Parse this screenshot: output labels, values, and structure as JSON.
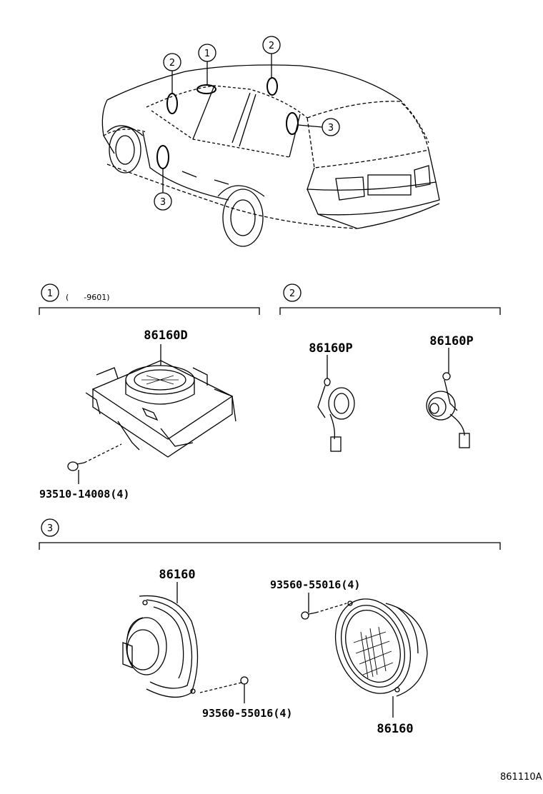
{
  "vehicle": {
    "callout_labels": [
      "1",
      "2",
      "2",
      "3",
      "3"
    ]
  },
  "sections": [
    {
      "number": "1",
      "note": "(      -9601)"
    },
    {
      "number": "2",
      "note": ""
    },
    {
      "number": "3",
      "note": ""
    }
  ],
  "parts": {
    "tweeter_front": "86160D",
    "tweeter_front_screw": "93510-14008(4)",
    "tweeter_left": "86160P",
    "tweeter_right": "86160P",
    "speaker_left": "86160",
    "speaker_left_screw": "93560-55016(4)",
    "speaker_right_screw": "93560-55016(4)",
    "speaker_right": "86160"
  },
  "diagram_ref": "861110A"
}
